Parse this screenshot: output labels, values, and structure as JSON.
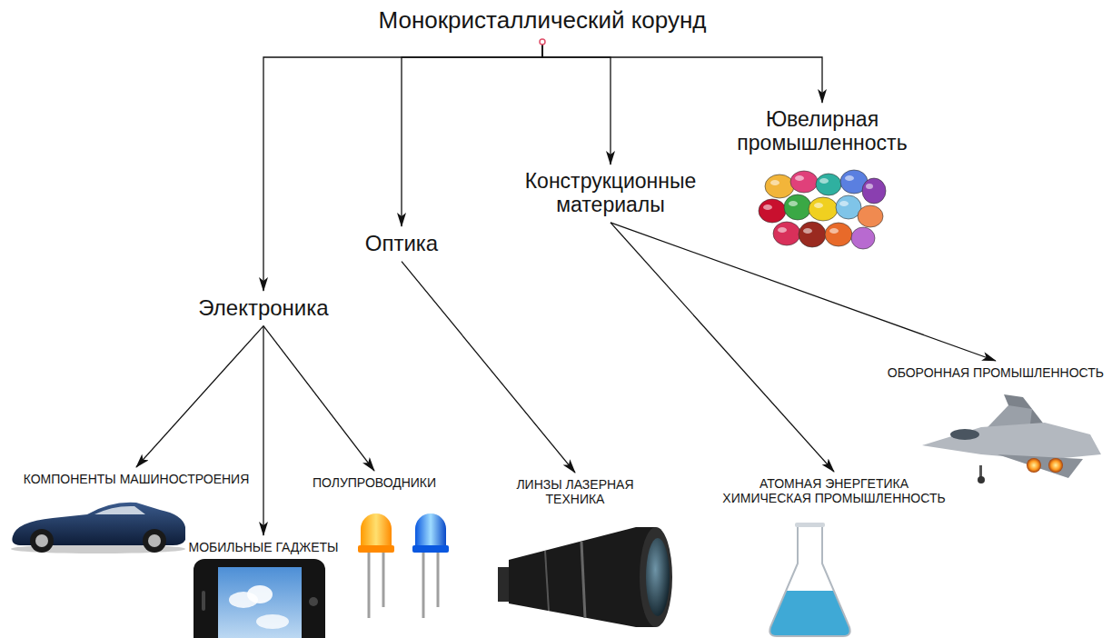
{
  "diagram": {
    "nodes": [
      {
        "text": [
          "Монокристаллический корунд"
        ]
      },
      {
        "text": [
          "Электроника"
        ]
      },
      {
        "text": [
          "Оптика"
        ]
      },
      {
        "text": [
          "Конструкционные материалы"
        ]
      },
      {
        "text": [
          "Ювелирная промышленность"
        ]
      },
      {
        "text": [
          "КОМПОНЕНТЫ МАШИНОСТРОЕНИЯ"
        ]
      },
      {
        "text": [
          "МОБИЛЬНЫЕ ГАДЖЕТЫ"
        ]
      },
      {
        "text": [
          "ПОЛУПРОВОДНИКИ"
        ]
      },
      {
        "text": [
          "ЛИНЗЫ ЛАЗЕРНАЯ ТЕХНИКА"
        ]
      },
      {
        "text": [
          "АТОМНАЯ ЭНЕРГЕТИКА ХИМИЧЕСКАЯ ПРОМЫШЛЕННОСТЬ"
        ]
      },
      {
        "text": [
          "ОБОРОННАЯ ПРОМЫШЛЕННОСТЬ"
        ]
      }
    ],
    "edges": [
      {
        "from": 0,
        "to": 1,
        "arrow": "to"
      },
      {
        "from": 0,
        "to": 2,
        "arrow": "to"
      },
      {
        "from": 0,
        "to": 3,
        "arrow": "to"
      },
      {
        "from": 0,
        "to": 4,
        "arrow": "to"
      },
      {
        "from": 1,
        "to": 5,
        "arrow": "to"
      },
      {
        "from": 1,
        "to": 6,
        "arrow": "to"
      },
      {
        "from": 1,
        "to": 7,
        "arrow": "to"
      },
      {
        "from": 2,
        "to": 8,
        "arrow": "to"
      },
      {
        "from": 3,
        "to": 9,
        "arrow": "to"
      },
      {
        "from": 3,
        "to": 10,
        "arrow": "to"
      }
    ]
  }
}
